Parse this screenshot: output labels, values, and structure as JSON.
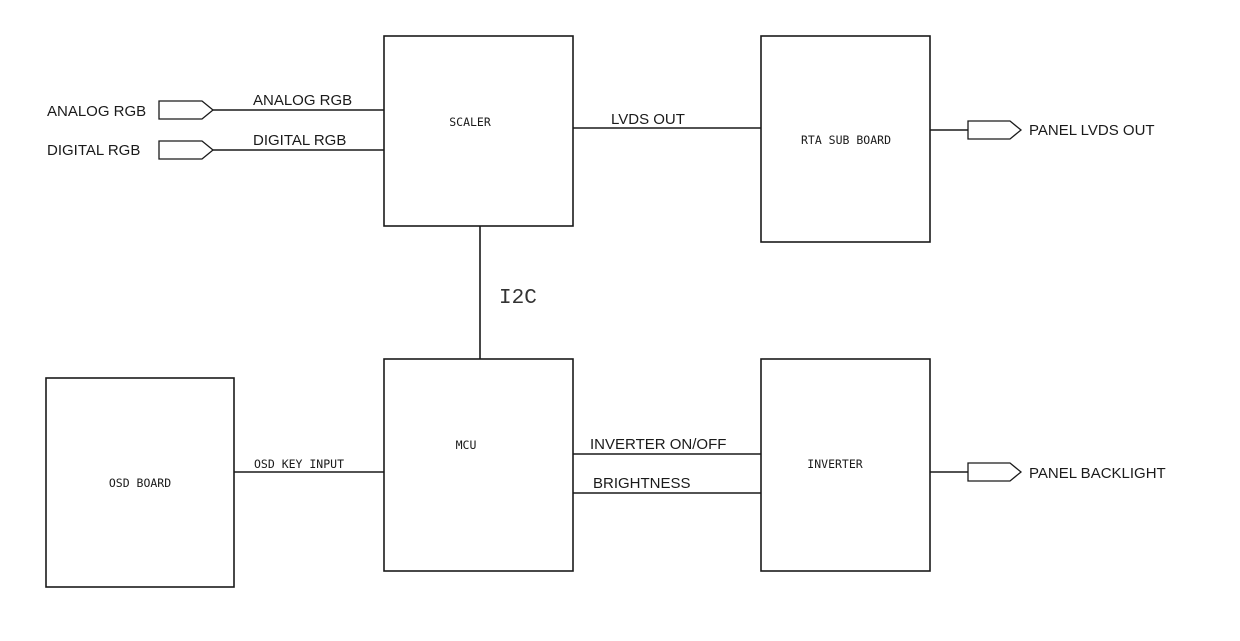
{
  "blocks": {
    "scaler": "SCALER",
    "rta_sub_board": "RTA SUB BOARD",
    "mcu": "MCU",
    "inverter": "INVERTER",
    "osd_board": "OSD BOARD"
  },
  "external_ports": {
    "analog_rgb_in": "ANALOG RGB",
    "digital_rgb_in": "DIGITAL RGB",
    "panel_lvds_out": "PANEL LVDS OUT",
    "panel_backlight": "PANEL BACKLIGHT"
  },
  "signals": {
    "analog_rgb": "ANALOG RGB",
    "digital_rgb": "DIGITAL RGB",
    "lvds_out": "LVDS OUT",
    "i2c": "I2C",
    "osd_key_input": "OSD KEY INPUT",
    "inverter_on_off": "INVERTER ON/OFF",
    "brightness": "BRIGHTNESS"
  }
}
